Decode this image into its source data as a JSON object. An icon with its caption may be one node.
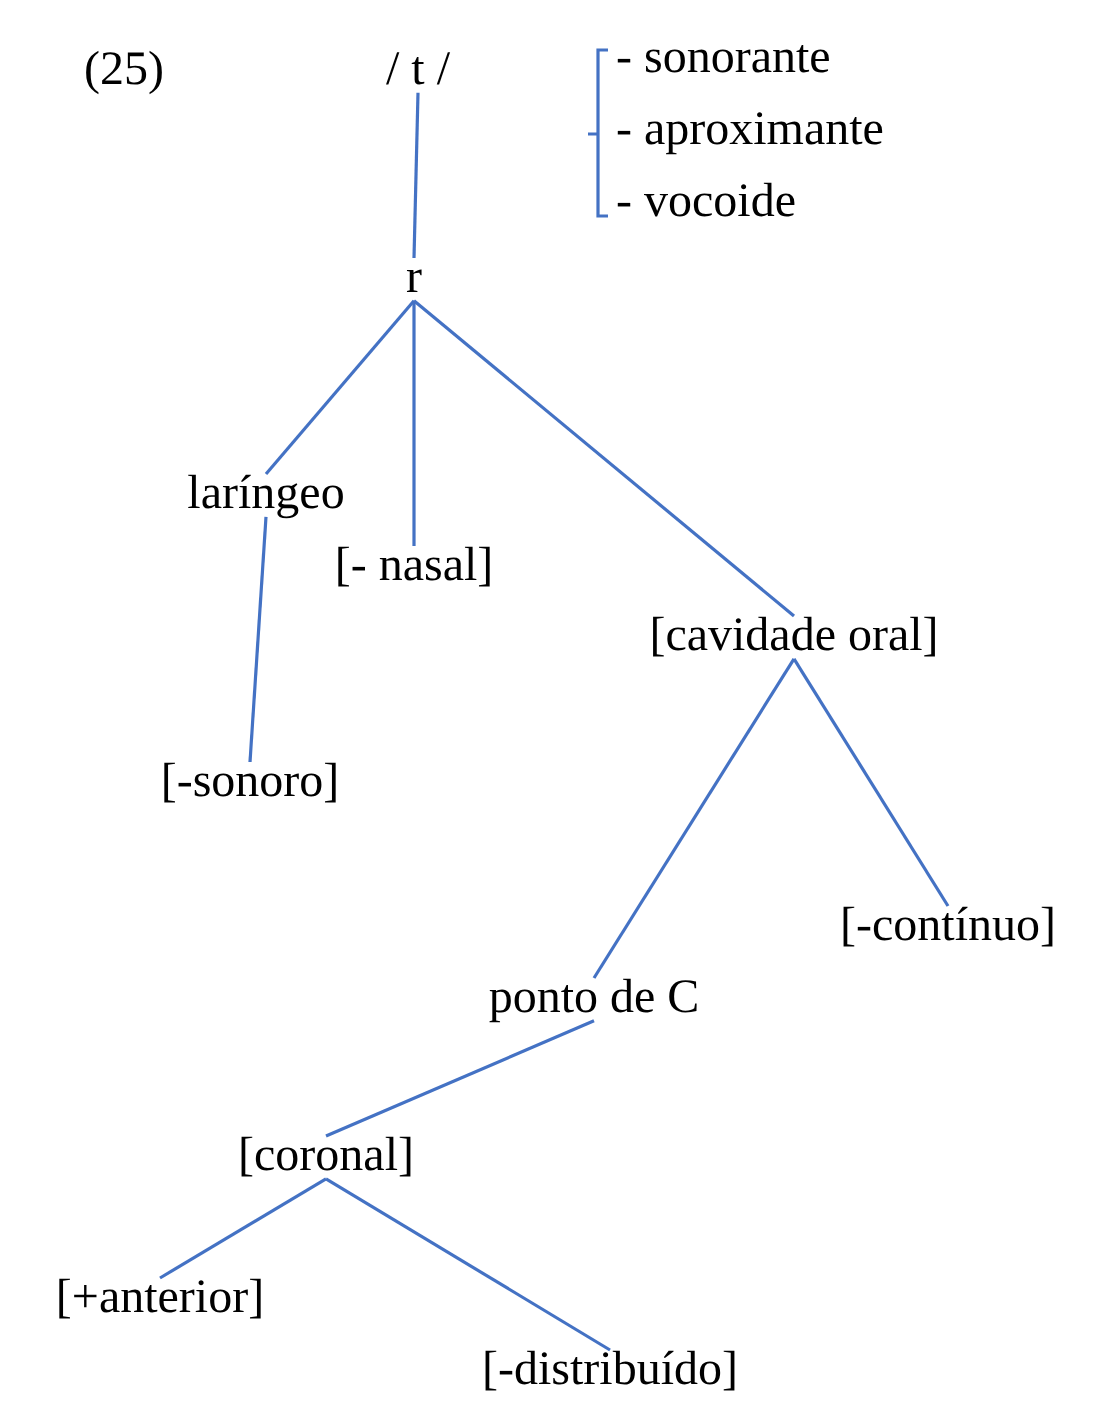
{
  "diagram": {
    "nodes": [
      {
        "text": [
          "/ t /"
        ]
      },
      {
        "text": [
          "r"
        ]
      },
      {
        "text": [
          "laríngeo"
        ]
      },
      {
        "text": [
          "[- nasal]"
        ]
      },
      {
        "text": [
          "[cavidade oral]"
        ]
      },
      {
        "text": [
          "[-sonoro]"
        ]
      },
      {
        "text": [
          "[-contínuo]"
        ]
      },
      {
        "text": [
          "ponto de C"
        ]
      },
      {
        "text": [
          "[coronal]"
        ]
      },
      {
        "text": [
          "[+anterior]"
        ]
      },
      {
        "text": [
          "[-distribuído]"
        ]
      }
    ],
    "edges": [
      {
        "from": 0,
        "to": 1,
        "arrow": "none"
      },
      {
        "from": 1,
        "to": 2,
        "arrow": "none"
      },
      {
        "from": 1,
        "to": 3,
        "arrow": "none"
      },
      {
        "from": 1,
        "to": 4,
        "arrow": "none"
      },
      {
        "from": 2,
        "to": 5,
        "arrow": "none"
      },
      {
        "from": 4,
        "to": 7,
        "arrow": "none"
      },
      {
        "from": 4,
        "to": 6,
        "arrow": "none"
      },
      {
        "from": 7,
        "to": 8,
        "arrow": "none"
      },
      {
        "from": 8,
        "to": 9,
        "arrow": "none"
      },
      {
        "from": 8,
        "to": 10,
        "arrow": "none"
      }
    ],
    "labels": [
      "(25)",
      "- sonorante",
      "- aproximante",
      "- vocoide"
    ]
  }
}
